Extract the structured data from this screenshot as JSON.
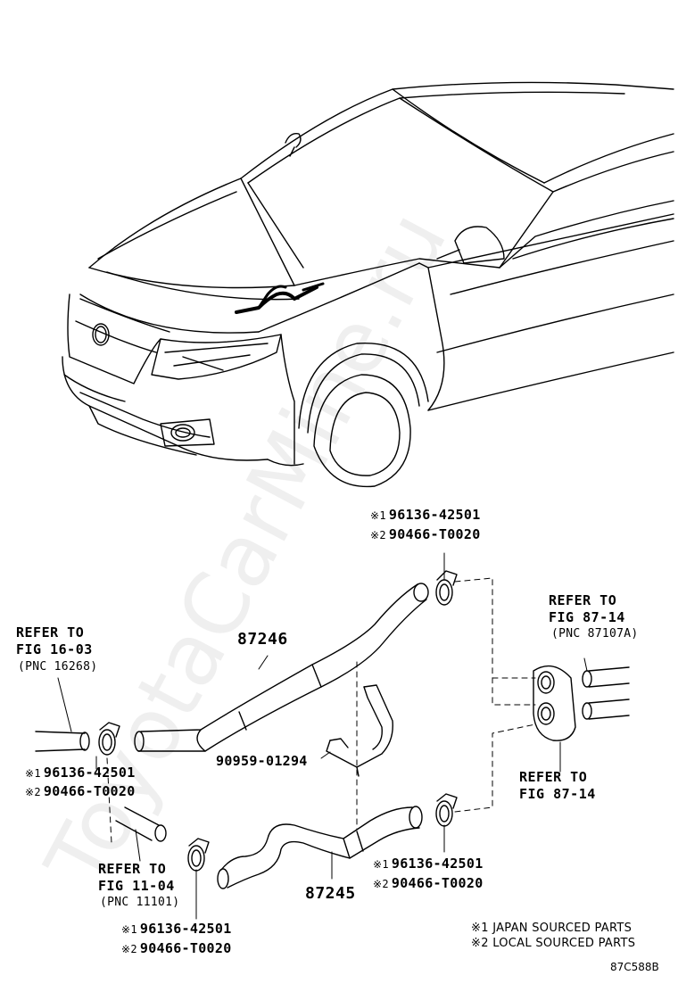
{
  "watermark": "ToyotaCarMine.ru",
  "labels": {
    "clip_top": {
      "m1": "※1",
      "p1": "96136-42501",
      "m2": "※2",
      "p2": "90466-T0020"
    },
    "clip_left": {
      "m1": "※1",
      "p1": "96136-42501",
      "m2": "※2",
      "p2": "90466-T0020"
    },
    "clip_right": {
      "m1": "※1",
      "p1": "96136-42501",
      "m2": "※2",
      "p2": "90466-T0020"
    },
    "clip_bottom": {
      "m1": "※1",
      "p1": "96136-42501",
      "m2": "※2",
      "p2": "90466-T0020"
    },
    "ref_16": {
      "line1": "REFER TO",
      "line2": "FIG 16-03",
      "line3": "(PNC 16268)"
    },
    "ref_87_top": {
      "line1": "REFER TO",
      "line2": "FIG 87-14",
      "line3": "(PNC 87107A)"
    },
    "ref_87_bottom": {
      "line1": "REFER TO",
      "line2": "FIG 87-14"
    },
    "ref_11": {
      "line1": "REFER TO",
      "line2": "FIG 11-04",
      "line3": "(PNC 11101)"
    },
    "hose_upper": "87246",
    "hose_lower": "87245",
    "bracket": "90959-01294"
  },
  "legend": {
    "line1": "※1 JAPAN SOURCED PARTS",
    "line2": "※2 LOCAL SOURCED PARTS"
  },
  "figure_code": "87C588B"
}
